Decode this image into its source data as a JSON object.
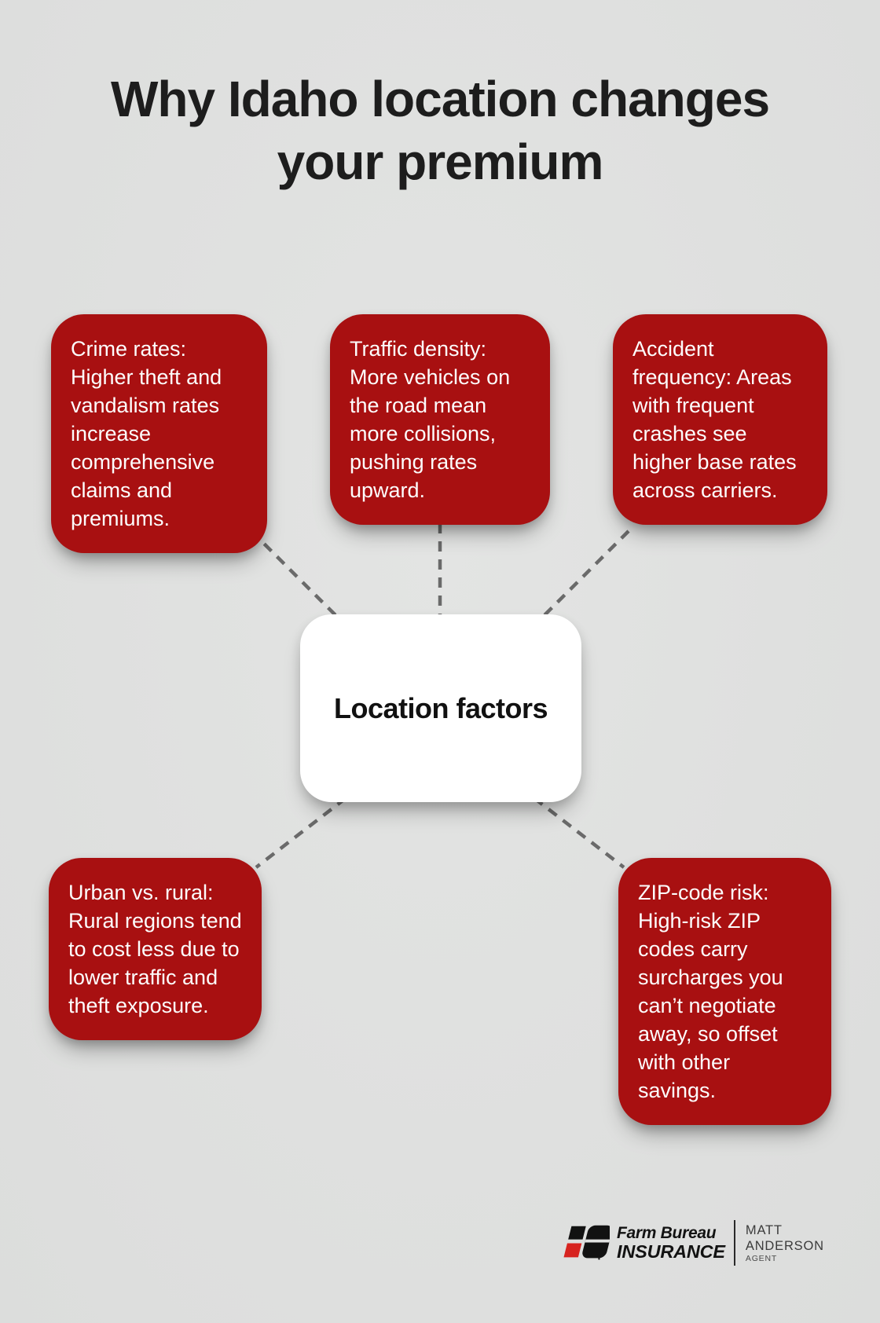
{
  "title": "Why Idaho location changes your premium",
  "title_lines": [
    "Why Idaho location changes",
    "your premium"
  ],
  "center": {
    "label": "Location factors"
  },
  "factors": [
    {
      "id": "crime-rates",
      "text": "Crime rates: Higher theft and vandalism rates increase comprehensive claims and premiums."
    },
    {
      "id": "traffic-density",
      "text": "Traffic density: More vehicles on the road mean more collisions, pushing rates upward."
    },
    {
      "id": "accident-frequency",
      "text": "Accident frequency: Areas with frequent crashes see higher base rates across carriers."
    },
    {
      "id": "urban-vs-rural",
      "text": "Urban vs. rural: Rural regions tend to cost less due to lower traffic and theft exposure."
    },
    {
      "id": "zip-code-risk",
      "text": "ZIP-code risk: High-risk ZIP codes carry surcharges you can’t negotiate away, so offset with other savings."
    }
  ],
  "footer": {
    "brand_line1": "Farm Bureau",
    "brand_line2": "INSURANCE",
    "agent_first": "MATT",
    "agent_last": "ANDERSON",
    "agent_role": "AGENT"
  },
  "colors": {
    "background": "#e0e1e0",
    "accent_red": "#a81011",
    "center_node_white": "#ffffff",
    "connector_gray": "#6a6a6a",
    "title_text": "#1d1d1d",
    "box_text": "#fdfdfd",
    "logo_red": "#d7231f",
    "logo_black": "#121212"
  }
}
